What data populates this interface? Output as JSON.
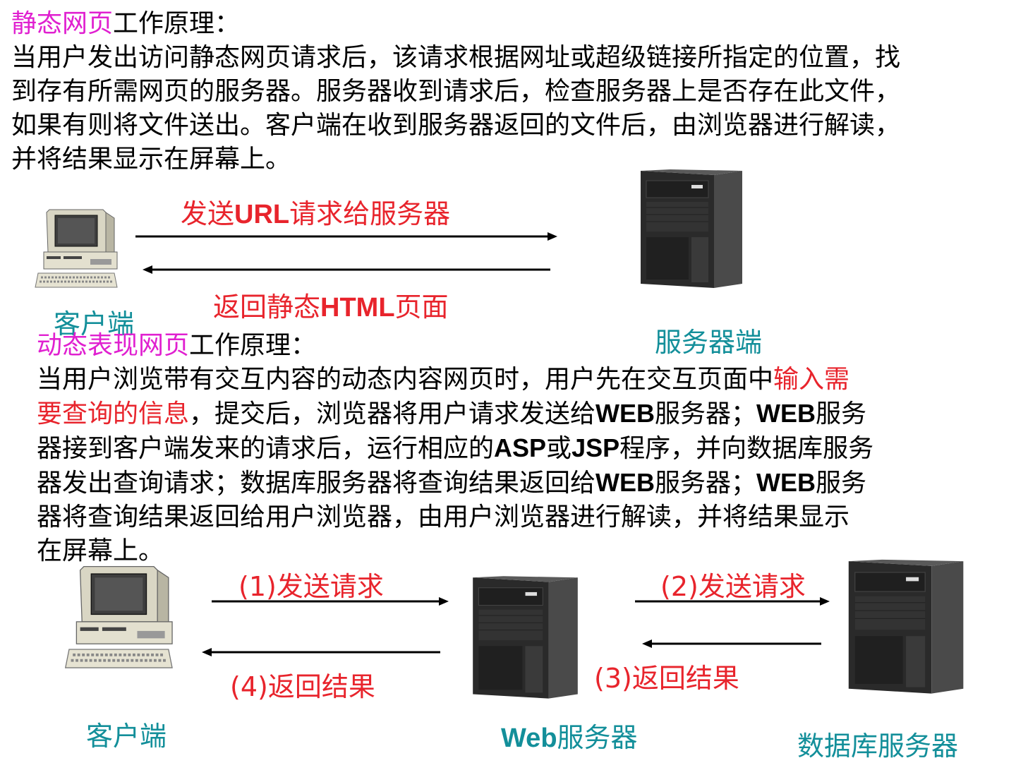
{
  "static_section": {
    "heading_highlight": "静态网页",
    "heading_rest": "工作原理：",
    "lines": [
      "当用户发出访问静态网页请求后，该请求根据网址或超级链接所指定的位置，找",
      "到存有所需网页的服务器。服务器收到请求后，检查服务器上是否存在此文件，",
      "如果有则将文件送出。客户端在收到服务器返回的文件后，由浏览器进行解读，",
      "并将结果显示在屏幕上。"
    ],
    "diagram": {
      "request_label_pre": "发送",
      "request_label_en": "URL",
      "request_label_post": "请求给服务器",
      "response_label_pre": "返回静态",
      "response_label_en": "HTML",
      "response_label_post": "页面",
      "client_label": "客户端",
      "server_label": "服务器端"
    }
  },
  "dynamic_section": {
    "heading_highlight": "动态表现网页",
    "heading_rest": "工作原理：",
    "line1_a": "当用户浏览带有交互内容的动态内容网页时，用户先在交互页面中",
    "line1_red": "输入需",
    "line2_red": "要查询的信息",
    "line2_a": "，提交后，浏览器将用户请求发送给",
    "line2_b": "WEB",
    "line2_c": "服务器；",
    "line2_d": "WEB",
    "line2_e": "服务",
    "line3_a": "器接到客户端发来的请求后，运行相应的",
    "line3_b": "ASP",
    "line3_c": "或",
    "line3_d": "JSP",
    "line3_e": "程序，并向数据库服务",
    "line4_a": "器发出查询请求；数据库服务器将查询结果返回给",
    "line4_b": "WEB",
    "line4_c": "服务器；",
    "line4_d": "WEB",
    "line4_e": "服务",
    "line5": "器将查询结果返回给用户浏览器，由用户浏览器进行解读，并将结果显示",
    "line6": "在屏幕上。",
    "diagram": {
      "step1": "(1)发送请求",
      "step2": "(2)发送请求",
      "step3": "(3)返回结果",
      "step4": "(4)返回结果",
      "client_label": "客户端",
      "web_server_label_en": "Web",
      "web_server_label_zh": "服务器",
      "db_server_label": "数据库服务器"
    }
  },
  "colors": {
    "heading_highlight": "#e020d0",
    "emphasis": "#e8242c",
    "device_label": "#138f9a",
    "arrow": "#000000"
  },
  "icons": [
    "desktop-computer-icon",
    "tower-server-icon"
  ]
}
